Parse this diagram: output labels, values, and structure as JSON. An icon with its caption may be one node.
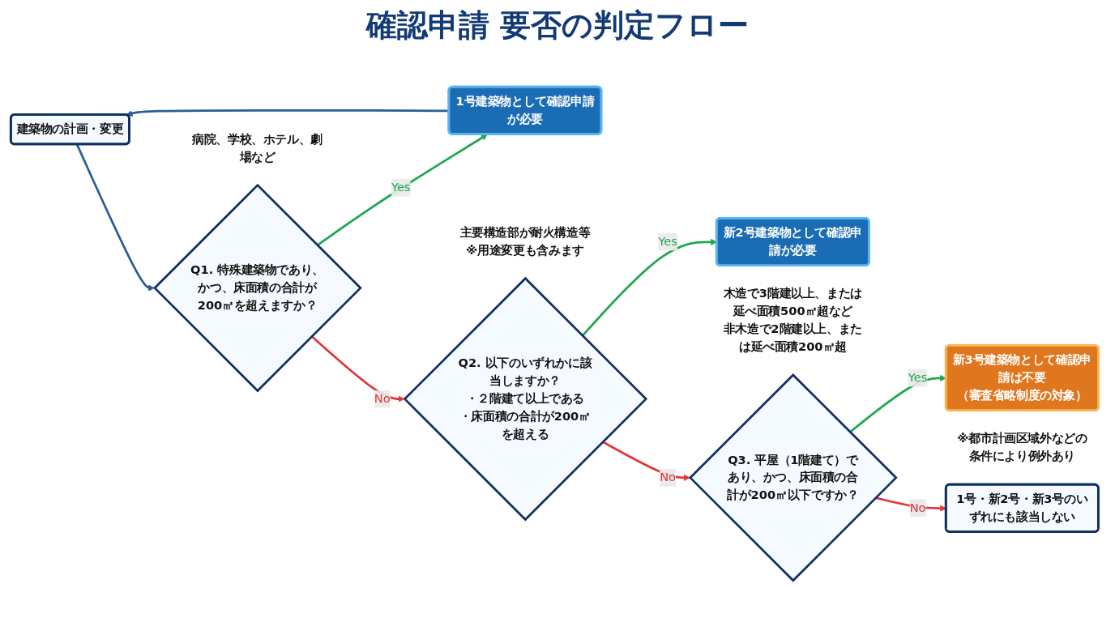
{
  "diagram": {
    "title": "確認申請 要否の判定フロー",
    "nodes": [
      {
        "text": [
          "建築物の計画・変更"
        ]
      },
      {
        "text": [
          "Q1. 特殊建築物であり、かつ、床面積の合計が200㎡を超えますか？"
        ],
        "beside": [
          "病院、学校、ホテル、劇場など"
        ]
      },
      {
        "text": [
          "1号建築物として確認申請が必要"
        ],
        "beside": [
          "主要構造部が耐火構造等",
          "※用途変更も含みます"
        ]
      },
      {
        "text": [
          "Q2. 以下のいずれかに該当しますか？",
          "・２階建て以上である",
          "・床面積の合計が200㎡を超える"
        ]
      },
      {
        "text": [
          "新2号建築物として確認申請が必要"
        ],
        "beside": [
          "木造で3階建以上、または延べ面積500㎡超など",
          "非木造で2階建以上、または延べ面積200㎡超"
        ]
      },
      {
        "text": [
          "Q3. 平屋（1階建て）であり、かつ、床面積の合計が200㎡以下ですか？"
        ]
      },
      {
        "text": [
          "新3号建築物として確認申請は不要",
          "（審査省略制度の対象）"
        ],
        "beside": [
          "※都市計画区域外などの条件により例外あり"
        ]
      },
      {
        "text": [
          "1号・新2号・新3号のいずれにも該当しない"
        ]
      }
    ],
    "edges": [
      {
        "from": 0,
        "to": 1,
        "arrow": "to",
        "color": "#2a5d96"
      },
      {
        "from": 1,
        "to": 2,
        "arrow": "to",
        "label": "Yes",
        "color": "#1fa650"
      },
      {
        "from": 1,
        "to": 3,
        "arrow": "to",
        "label": "No",
        "color": "#e03636"
      },
      {
        "from": 2,
        "to": 0,
        "arrow": "to",
        "color": "#2a5d96"
      },
      {
        "from": 3,
        "to": 4,
        "arrow": "to",
        "label": "Yes",
        "color": "#1fa650"
      },
      {
        "from": 3,
        "to": 5,
        "arrow": "to",
        "label": "No",
        "color": "#e03636"
      },
      {
        "from": 5,
        "to": 6,
        "arrow": "to",
        "label": "Yes",
        "color": "#1fa650"
      },
      {
        "from": 5,
        "to": 7,
        "arrow": "to",
        "label": "No",
        "color": "#e03636"
      }
    ]
  }
}
